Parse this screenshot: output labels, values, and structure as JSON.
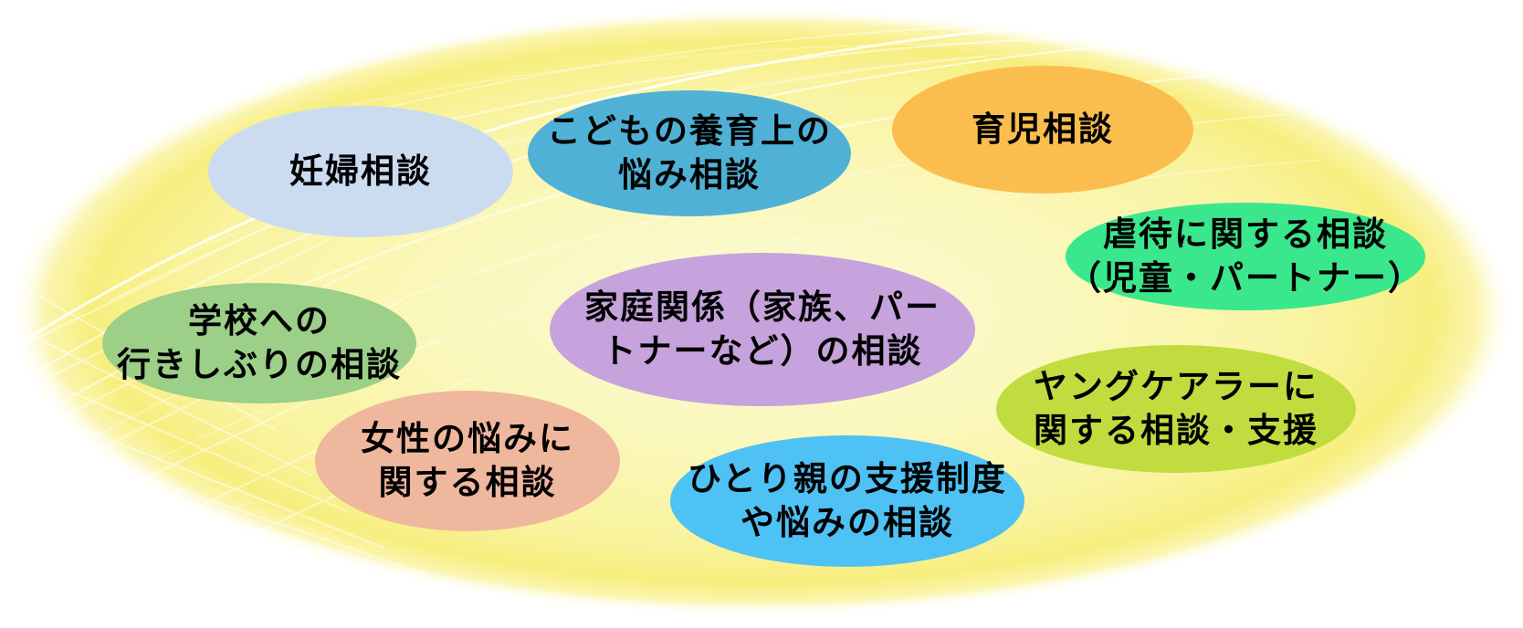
{
  "diagram": {
    "title": "consultation-topics-bubble-map",
    "text_color": "#000000",
    "background": {
      "canvas_color": "#FFFFFF",
      "center_color": "#FCFAD8",
      "inner_color": "#FAF7B6",
      "mid_color": "#F9F39E",
      "ring_color": "#F7EE7E",
      "ring_soft_color": "#FBF5AF",
      "texture_line_color": "#FFFFFF"
    },
    "bubbles": [
      {
        "id": "pregnancy",
        "label": "妊婦相談",
        "color": "#CBDCF1"
      },
      {
        "id": "child-rearing",
        "label": "こどもの養育上の\n悩み相談",
        "color": "#4FB1D6"
      },
      {
        "id": "childcare",
        "label": "育児相談",
        "color": "#FBBD4E"
      },
      {
        "id": "abuse",
        "label": "虐待に関する相談\n（児童・パートナー）",
        "color": "#3BE78C"
      },
      {
        "id": "school-refusal",
        "label": "学校への\n行きしぶりの相談",
        "color": "#9CCF88"
      },
      {
        "id": "family",
        "label": "家庭関係（家族、パー\nトナーなど）の相談",
        "color": "#C6A3DC"
      },
      {
        "id": "young-carer",
        "label": "ヤングケアラーに\n関する相談・支援",
        "color": "#C0DC3E"
      },
      {
        "id": "women",
        "label": "女性の悩みに\n関する相談",
        "color": "#EFB79D"
      },
      {
        "id": "single-parent",
        "label": "ひとり親の支援制度\nや悩みの相談",
        "color": "#4EC1F5"
      }
    ]
  }
}
